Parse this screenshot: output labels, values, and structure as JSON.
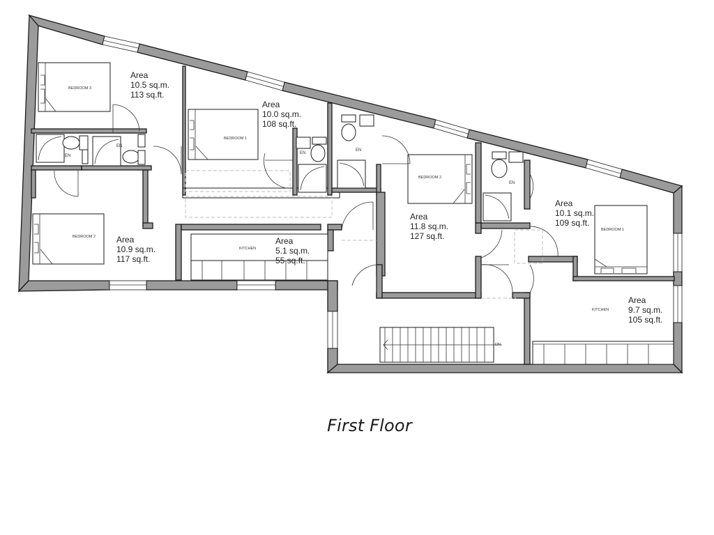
{
  "title": "First Floor",
  "rooms": [
    {
      "label": "BEDROOM 3",
      "area_heading": "Area",
      "area_sqm": "10.5 sq.m.",
      "area_sqft": "113 sq.ft."
    },
    {
      "label": "BEDROOM 1",
      "area_heading": "Area",
      "area_sqm": "10.0 sq.m.",
      "area_sqft": "108 sq.ft."
    },
    {
      "label": "BEDROOM 2",
      "area_heading": "Area",
      "area_sqm": "10.9 sq.m.",
      "area_sqft": "117 sq.ft."
    },
    {
      "label": "KITCHEN",
      "area_heading": "Area",
      "area_sqm": "5.1 sq.m.",
      "area_sqft": "55 sq.ft."
    },
    {
      "label": "BEDROOM 2",
      "area_heading": "Area",
      "area_sqm": "11.8 sq.m.",
      "area_sqft": "127 sq.ft."
    },
    {
      "label": "BEDROOM 1",
      "area_heading": "Area",
      "area_sqm": "10.1 sq.m.",
      "area_sqft": "109 sq.ft."
    },
    {
      "label": "KITCHEN",
      "area_heading": "Area",
      "area_sqm": "9.7 sq.m.",
      "area_sqft": "105 sq.ft."
    }
  ],
  "ensuite_label": "EN",
  "stairs_label": "DN",
  "colors": {
    "wall_fill": "#9b9b9b",
    "line": "#1a1a1a",
    "background": "#ffffff"
  }
}
